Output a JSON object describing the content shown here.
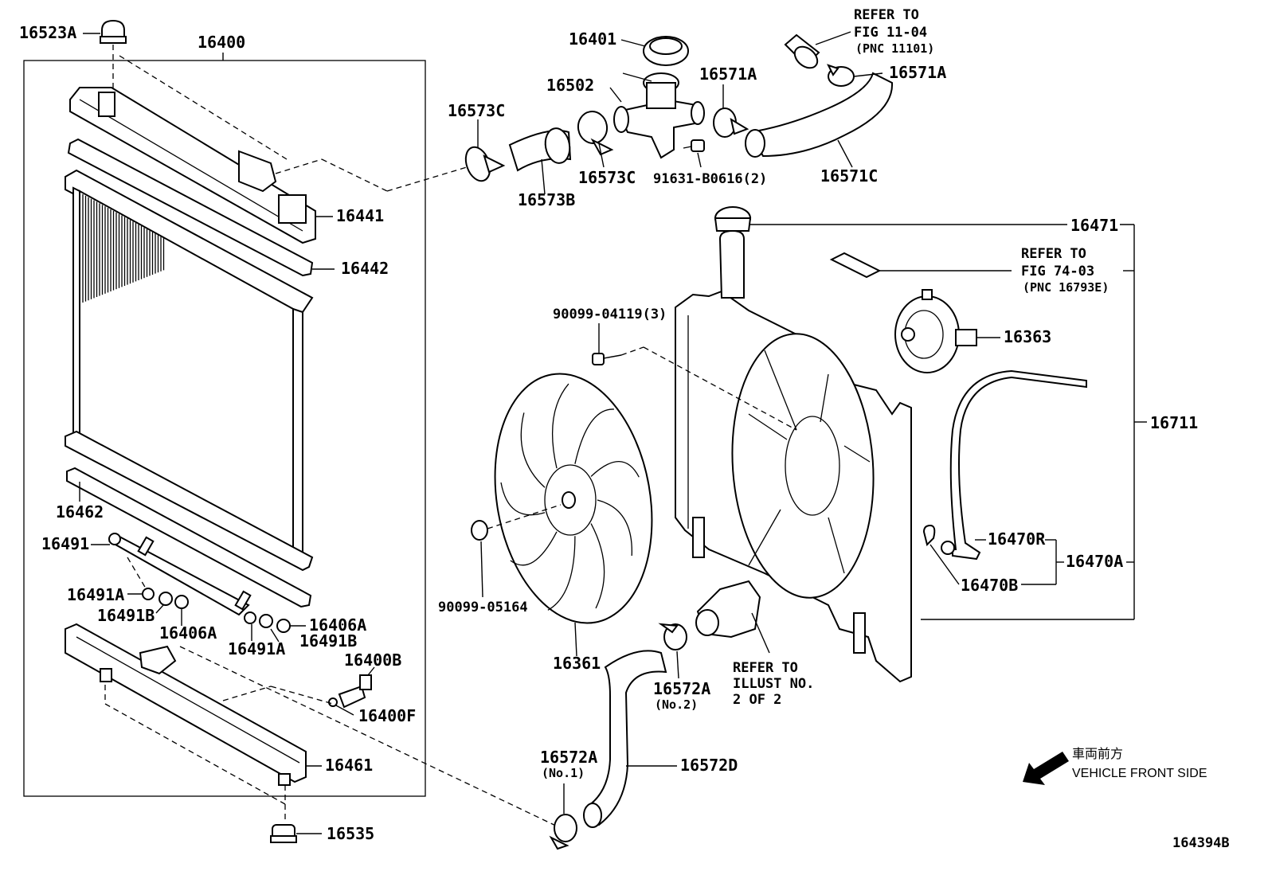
{
  "diagram": {
    "figure_code": "164394B",
    "direction_note": {
      "japanese": "車両前方",
      "english": "VEHICLE FRONT SIDE",
      "icon": "front-direction-arrow-icon"
    },
    "references": {
      "fig_11_04": [
        "REFER TO",
        "FIG 11-04",
        "(PNC 11101)"
      ],
      "fig_74_03": [
        "REFER TO",
        "FIG 74-03",
        "(PNC 16793E)"
      ],
      "illust_2_of_2": [
        "REFER TO",
        "ILLUST NO.",
        "2 OF 2"
      ]
    },
    "labels": {
      "p16523A": "16523A",
      "p16400": "16400",
      "p16441": "16441",
      "p16442": "16442",
      "p16462": "16462",
      "p16491": "16491",
      "p16491A_1": "16491A",
      "p16491B_1": "16491B",
      "p16406A_1": "16406A",
      "p16491A_2": "16491A",
      "p16491B_2": "16491B",
      "p16406A_2": "16406A",
      "p16400B": "16400B",
      "p16400F": "16400F",
      "p16461": "16461",
      "p16535": "16535",
      "p16573C_1": "16573C",
      "p16573B": "16573B",
      "p16573C_2": "16573C",
      "p16401": "16401",
      "p16502": "16502",
      "p91631": "91631-B0616(2)",
      "p16571A_1": "16571A",
      "p16571A_2": "16571A",
      "p16571C": "16571C",
      "p16471": "16471",
      "p90099_04119": "90099-04119(3)",
      "p16363": "16363",
      "p16711": "16711",
      "p90099_05164": "90099-05164",
      "p16361": "16361",
      "p16470R": "16470R",
      "p16470A": "16470A",
      "p16470B": "16470B",
      "p16572A_1": "16572A",
      "p16572A_1_note": "(No.2)",
      "p16572A_2": "16572A",
      "p16572A_2_note": "(No.1)",
      "p16572D": "16572D"
    }
  }
}
